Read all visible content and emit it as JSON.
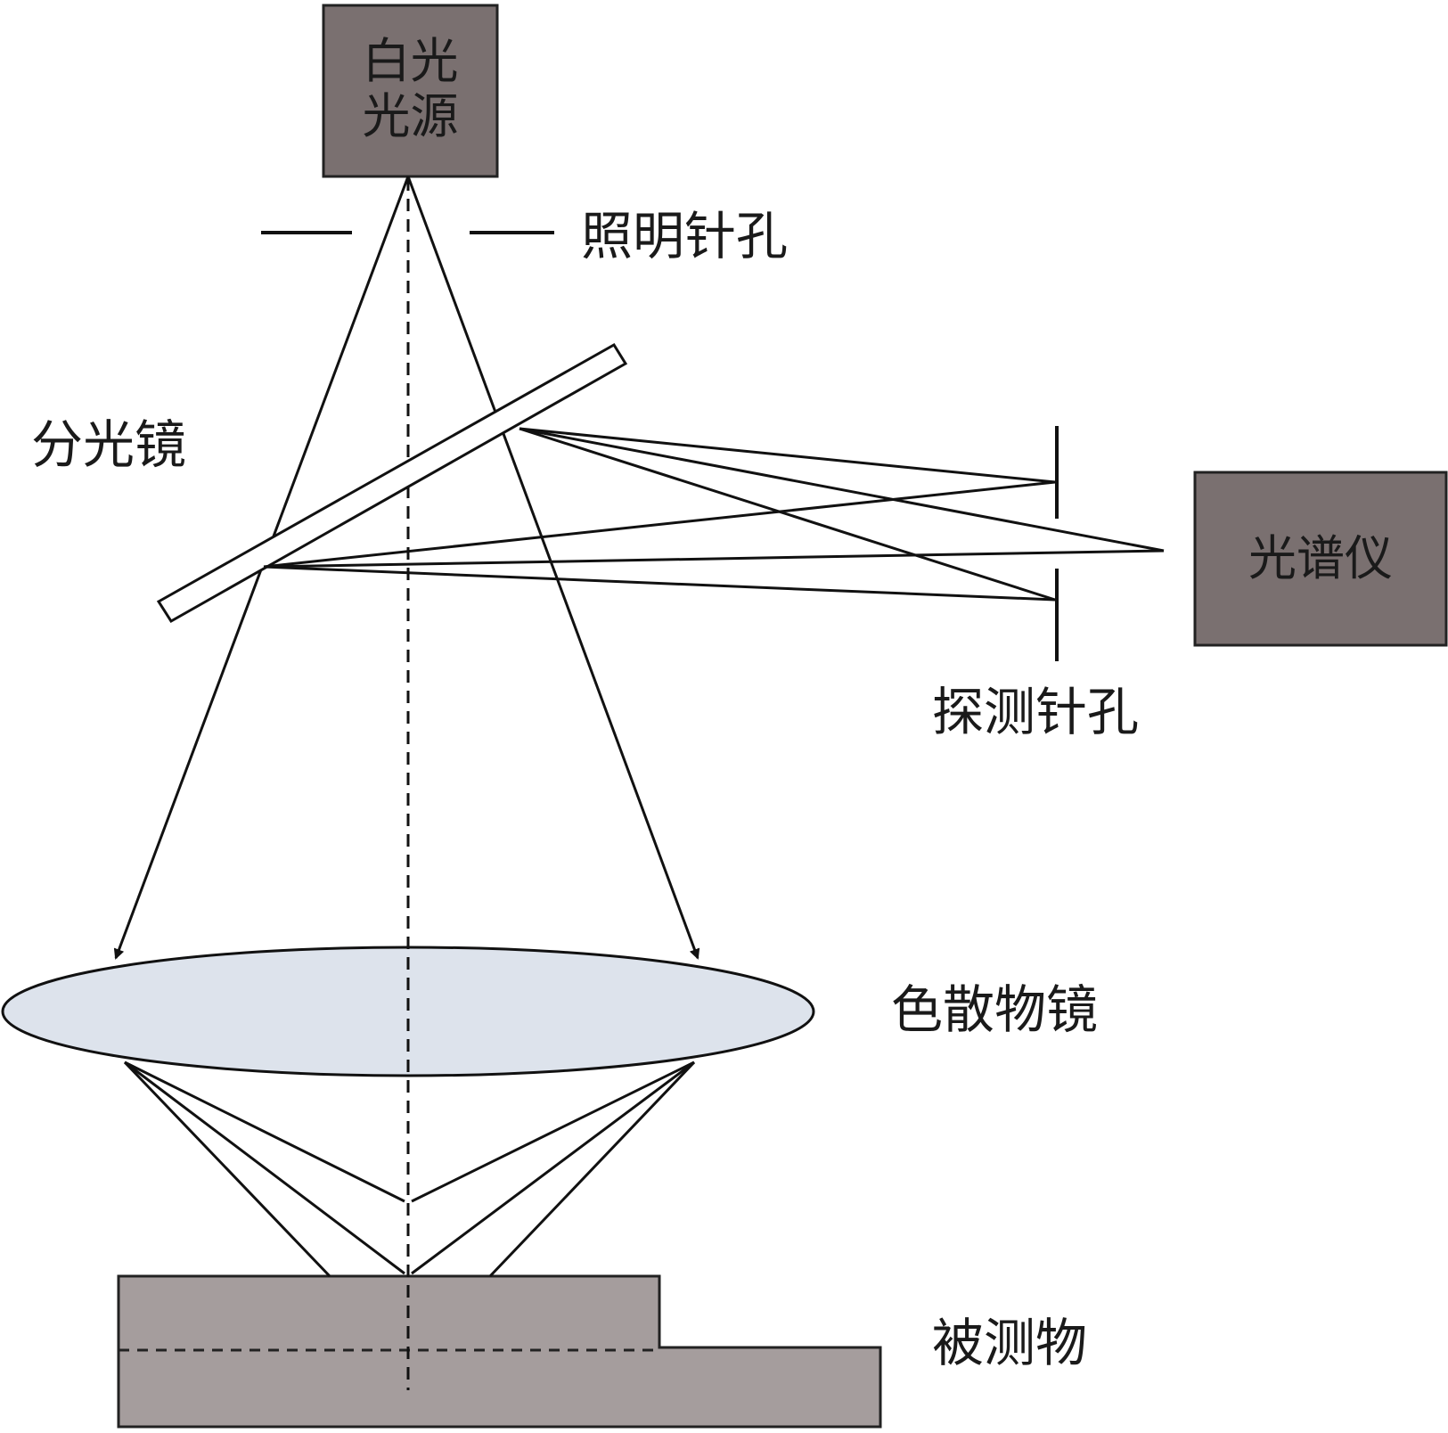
{
  "diagram": {
    "components": {
      "light_source": {
        "label_line1": "白光",
        "label_line2": "光源"
      },
      "illumination_pinhole": {
        "label": "照明针孔"
      },
      "beam_splitter": {
        "label": "分光镜"
      },
      "spectrometer": {
        "label": "光谱仪"
      },
      "detection_pinhole": {
        "label": "探测针孔"
      },
      "dispersive_objective": {
        "label": "色散物镜"
      },
      "measured_object": {
        "label": "被测物"
      }
    },
    "colors": {
      "box_fill": "#7a7070",
      "lens_fill": "#dde3ec",
      "object_fill": "#a59d9d",
      "stroke": "#111111"
    }
  }
}
